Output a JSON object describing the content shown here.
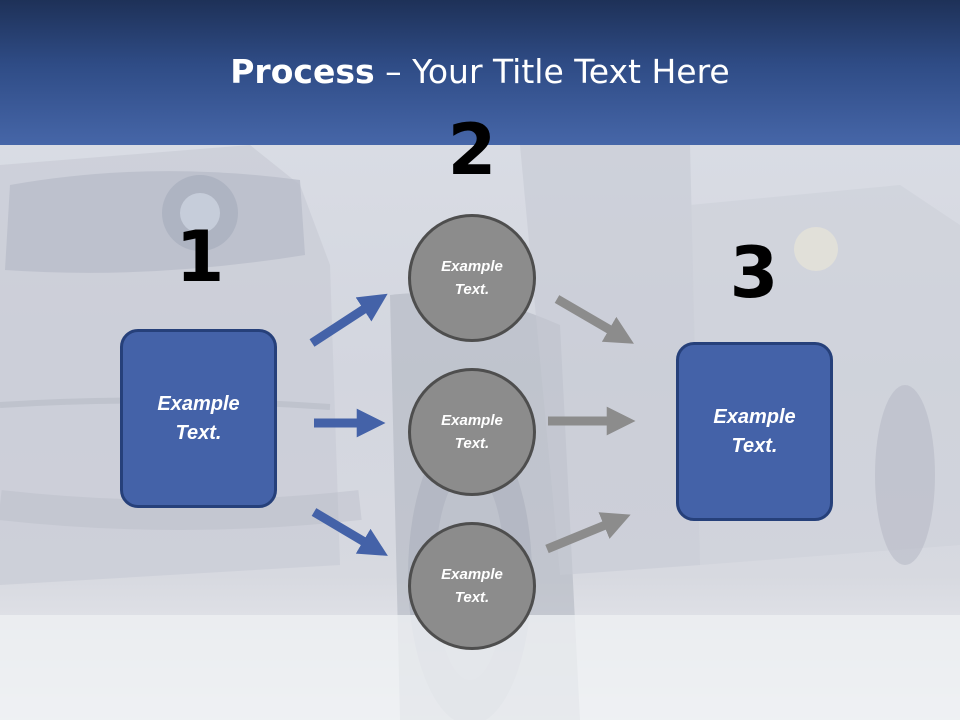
{
  "title": {
    "bold": "Process",
    "rest": " – Your Title Text Here"
  },
  "steps": {
    "one": "1",
    "two": "2",
    "three": "3"
  },
  "start_box": {
    "line1": "Example",
    "line2": "Text."
  },
  "circles": [
    {
      "line1": "Example",
      "line2": "Text."
    },
    {
      "line1": "Example",
      "line2": "Text."
    },
    {
      "line1": "Example",
      "line2": "Text."
    }
  ],
  "end_box": {
    "line1": "Example",
    "line2": "Text."
  },
  "colors": {
    "header": "#2f4c86",
    "box_fill": "#4462a8",
    "circle_fill": "#8c8c8c",
    "blue_arrow": "#4462a8",
    "gray_arrow": "#8c8c8c"
  }
}
